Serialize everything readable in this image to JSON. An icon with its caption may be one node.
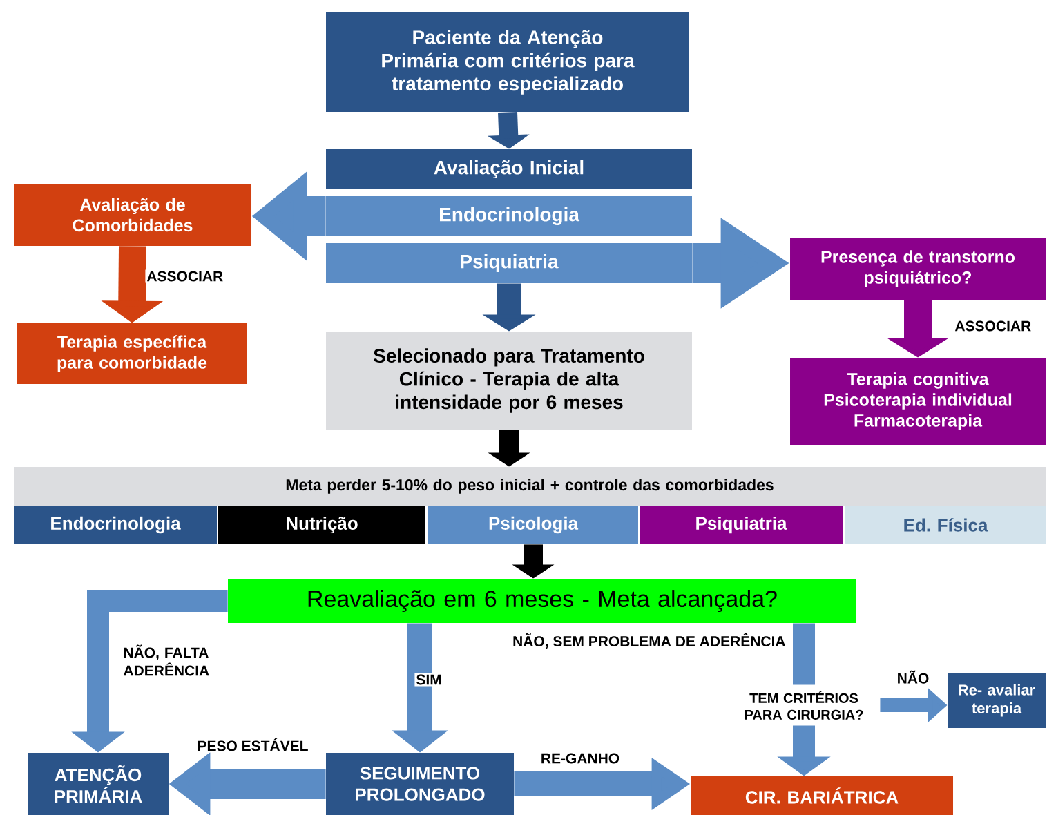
{
  "diagram": {
    "nodes": [
      {
        "text": [
          "Paciente da Atenção Primária com critérios para tratamento especializado"
        ]
      },
      {
        "text": [
          "Avaliação Inicial"
        ]
      },
      {
        "text": [
          "Endocrinologia"
        ]
      },
      {
        "text": [
          "Psiquiatria"
        ]
      },
      {
        "text": [
          "Avaliação de Comorbidades"
        ]
      },
      {
        "text": [
          "Terapia específica para comorbidade"
        ]
      },
      {
        "text": [
          "Selecionado para Tratamento Clínico - Terapia de alta intensidade por 6 meses"
        ]
      },
      {
        "text": [
          "Presença de transtorno psiquiátrico?"
        ]
      },
      {
        "text": [
          "Terapia cognitiva",
          "Psicoterapia individual",
          "Farmacoterapia"
        ]
      },
      {
        "text": [
          "Meta perder 5-10% do peso inicial + controle das comorbidades"
        ]
      },
      {
        "text": [
          "Endocrinologia"
        ]
      },
      {
        "text": [
          "Nutrição"
        ]
      },
      {
        "text": [
          "Psicologia"
        ]
      },
      {
        "text": [
          "Psiquiatria"
        ]
      },
      {
        "text": [
          "Ed. Física"
        ]
      },
      {
        "text": [
          "Reavaliação em 6 meses - Meta alcançada?"
        ]
      },
      {
        "text": [
          "ATENÇÃO PRIMÁRIA"
        ]
      },
      {
        "text": [
          "SEGUIMENTO PROLONGADO"
        ]
      },
      {
        "text": [
          "CIR. BARIÁTRICA"
        ]
      },
      {
        "text": [
          "Re- avaliar terapia"
        ]
      },
      {
        "text": [
          "TEM CRITÉRIOS PARA CIRURGIA?"
        ]
      }
    ],
    "edges": [
      {
        "from": 0,
        "to": 1,
        "arrow": "to",
        "color": "#2b5489"
      },
      {
        "from": 2,
        "to": 4,
        "arrow": "to"
      },
      {
        "from": 3,
        "to": 7,
        "arrow": "to"
      },
      {
        "from": 3,
        "to": 6,
        "arrow": "to",
        "color": "#2b5489"
      },
      {
        "from": 4,
        "to": 5,
        "arrow": "to",
        "label": "ASSOCIAR",
        "color": "#d24010"
      },
      {
        "from": 7,
        "to": 8,
        "arrow": "to",
        "label": "ASSOCIAR",
        "color": "#8b008b"
      },
      {
        "from": 6,
        "to": 9,
        "arrow": "to",
        "color": "#000000"
      },
      {
        "from": 12,
        "to": 15,
        "arrow": "to",
        "color": "#000000"
      },
      {
        "from": 15,
        "to": 16,
        "arrow": "to",
        "label": "NÃO, FALTA ADERÊNCIA"
      },
      {
        "from": 15,
        "to": 17,
        "arrow": "to",
        "label": "SIM"
      },
      {
        "from": 15,
        "to": 20,
        "arrow": "none",
        "label": "NÃO, SEM PROBLEMA DE ADERÊNCIA"
      },
      {
        "from": 20,
        "to": 18,
        "arrow": "to"
      },
      {
        "from": 20,
        "to": 19,
        "arrow": "to",
        "label": "NÃO"
      },
      {
        "from": 17,
        "to": 16,
        "arrow": "to",
        "label": "PESO ESTÁVEL"
      },
      {
        "from": 17,
        "to": 18,
        "arrow": "to",
        "label": "RE-GANHO"
      }
    ]
  }
}
